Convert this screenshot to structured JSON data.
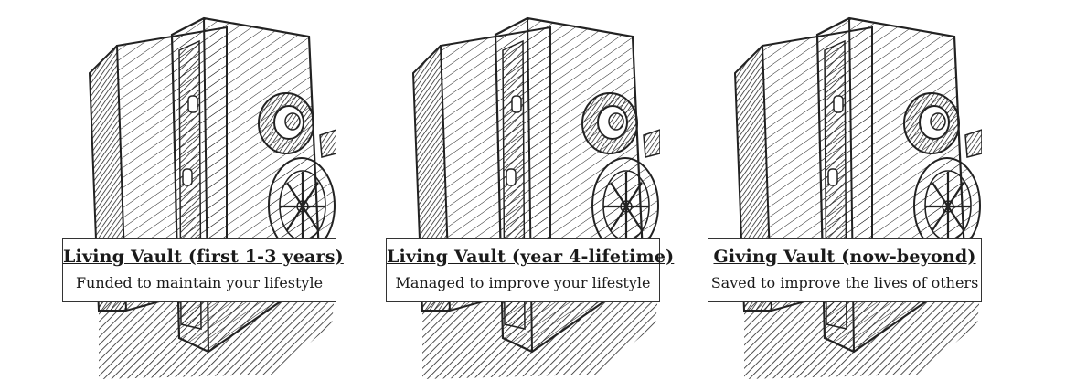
{
  "vaults": [
    {
      "title": "Living Vault (first 1-3 years)",
      "subtitle": "Funded to maintain your lifestyle"
    },
    {
      "title": "Living Vault (year 4-lifetime)",
      "subtitle": "Managed to improve your lifestyle"
    },
    {
      "title": "Giving Vault (now-beyond)",
      "subtitle": "Saved to improve the lives of others"
    }
  ]
}
